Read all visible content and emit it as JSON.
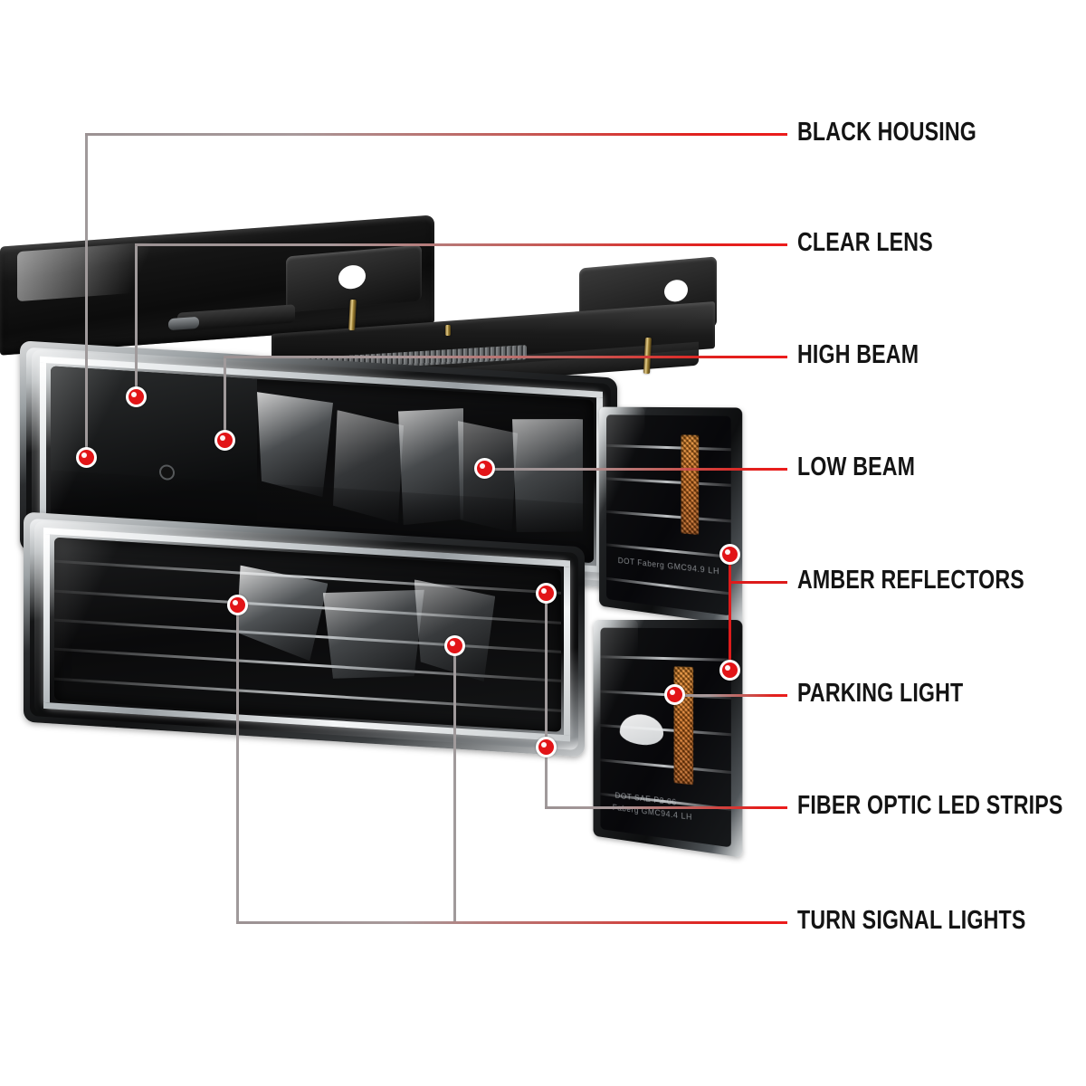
{
  "diagram": {
    "title": "Headlight assembly feature callout diagram",
    "background_color": "#ffffff",
    "marker_color": "#e21417",
    "leader_gray": "#a09a9b",
    "leader_red": "#dd1b1b",
    "amber_color": "#df6f10"
  },
  "callouts": [
    {
      "id": "black-housing",
      "label": "BLACK HOUSING"
    },
    {
      "id": "clear-lens",
      "label": "CLEAR LENS"
    },
    {
      "id": "high-beam",
      "label": "HIGH BEAM"
    },
    {
      "id": "low-beam",
      "label": "LOW BEAM"
    },
    {
      "id": "amber-reflectors",
      "label": "AMBER REFLECTORS"
    },
    {
      "id": "parking-light",
      "label": "PARKING LIGHT"
    },
    {
      "id": "fiber-optic",
      "label": "FIBER OPTIC LED STRIPS"
    },
    {
      "id": "turn-signal",
      "label": "TURN SIGNAL LIGHTS"
    }
  ],
  "product": {
    "etchings": [
      "DOT Faberg GMC94.9   LH",
      "DOT SAE P2 06",
      "Faberg GMC94.4    LH"
    ]
  }
}
